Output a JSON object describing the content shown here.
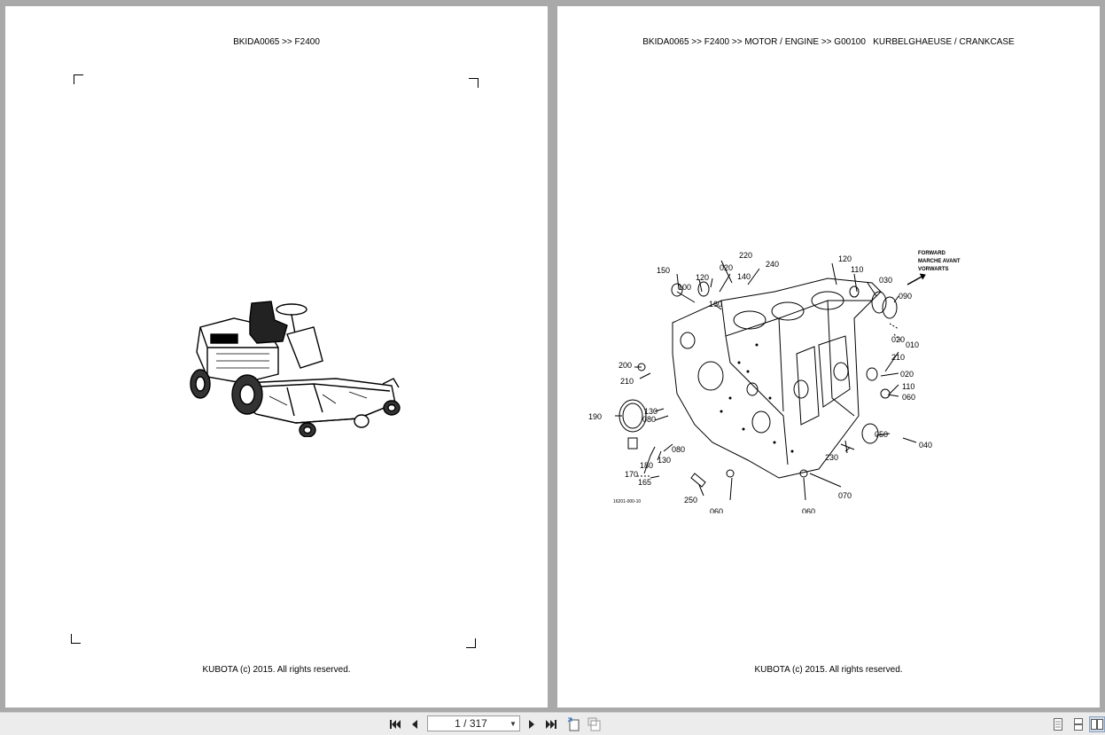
{
  "left_page": {
    "header": "BKIDA0065 >> F2400",
    "footer": "KUBOTA (c) 2015. All rights reserved."
  },
  "right_page": {
    "header": "BKIDA0065 >> F2400 >> MOTOR / ENGINE >> G00100   KURBELGHAEUSE / CRANKCASE",
    "footer": "KUBOTA (c) 2015. All rights reserved.",
    "diagram": {
      "forward_label": [
        "FORWARD",
        "MARCHE AVANT",
        "VORWARTS"
      ],
      "figure_code": "16201-000-10",
      "callouts": [
        "220",
        "240",
        "120",
        "150",
        "020",
        "140",
        "120",
        "110",
        "030",
        "090",
        "100",
        "160",
        "020",
        "010",
        "210",
        "200",
        "210",
        "020",
        "110",
        "060",
        "190",
        "130",
        "080",
        "080",
        "050",
        "040",
        "180",
        "130",
        "230",
        "170",
        "165",
        "070",
        "250",
        "060",
        "060"
      ]
    }
  },
  "toolbar": {
    "page_indicator": "1 / 317",
    "icons": [
      "first-page-icon",
      "prev-page-icon",
      "next-page-icon",
      "last-page-icon",
      "fit-page-icon",
      "fit-width-icon",
      "single-page-icon",
      "continuous-page-icon",
      "two-page-icon"
    ]
  }
}
